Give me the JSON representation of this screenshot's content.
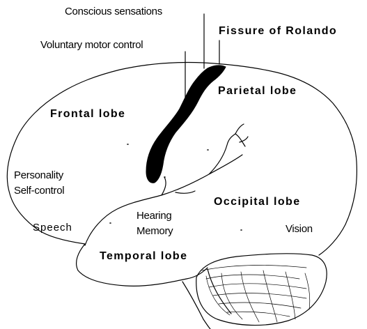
{
  "diagram": {
    "labels": {
      "conscious_sensations": "Conscious sensations",
      "fissure_of_rolando": "Fissure of Rolando",
      "voluntary_motor_control": "Voluntary motor control",
      "parietal_lobe": "Parietal lobe",
      "frontal_lobe": "Frontal lobe",
      "personality": "Personality",
      "self_control": "Self-control",
      "occipital_lobe": "Occipital lobe",
      "hearing": "Hearing",
      "memory": "Memory",
      "speech": "Speech",
      "vision": "Vision",
      "temporal_lobe": "Temporal lobe"
    },
    "colors": {
      "ink": "#000000",
      "background": "#ffffff"
    }
  }
}
